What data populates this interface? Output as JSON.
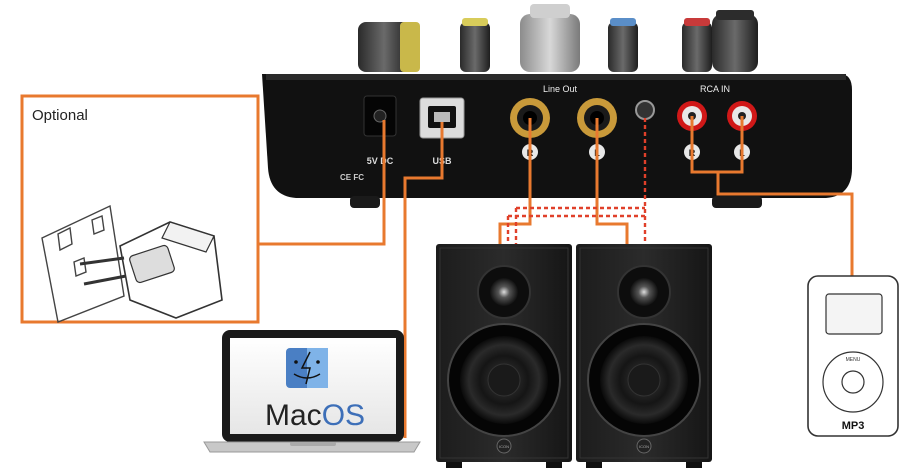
{
  "labels": {
    "optional": "Optional",
    "line_out": "Line Out",
    "rca_in": "RCA IN",
    "power": "5V DC",
    "usb": "USB",
    "channel_r": "R",
    "channel_l": "L",
    "laptop_brand_prefix": "Mac",
    "laptop_brand_suffix": "OS",
    "mp3_label": "MP3",
    "mp3_menu": "MENU",
    "speaker_brand": "ICON",
    "compliance": "CE FC"
  },
  "colors": {
    "cable_orange": "#e8792f",
    "dashed_red": "#e0402a",
    "device_black": "#141414",
    "gold_jack": "#c99a3a",
    "rca_red": "#d01818"
  }
}
